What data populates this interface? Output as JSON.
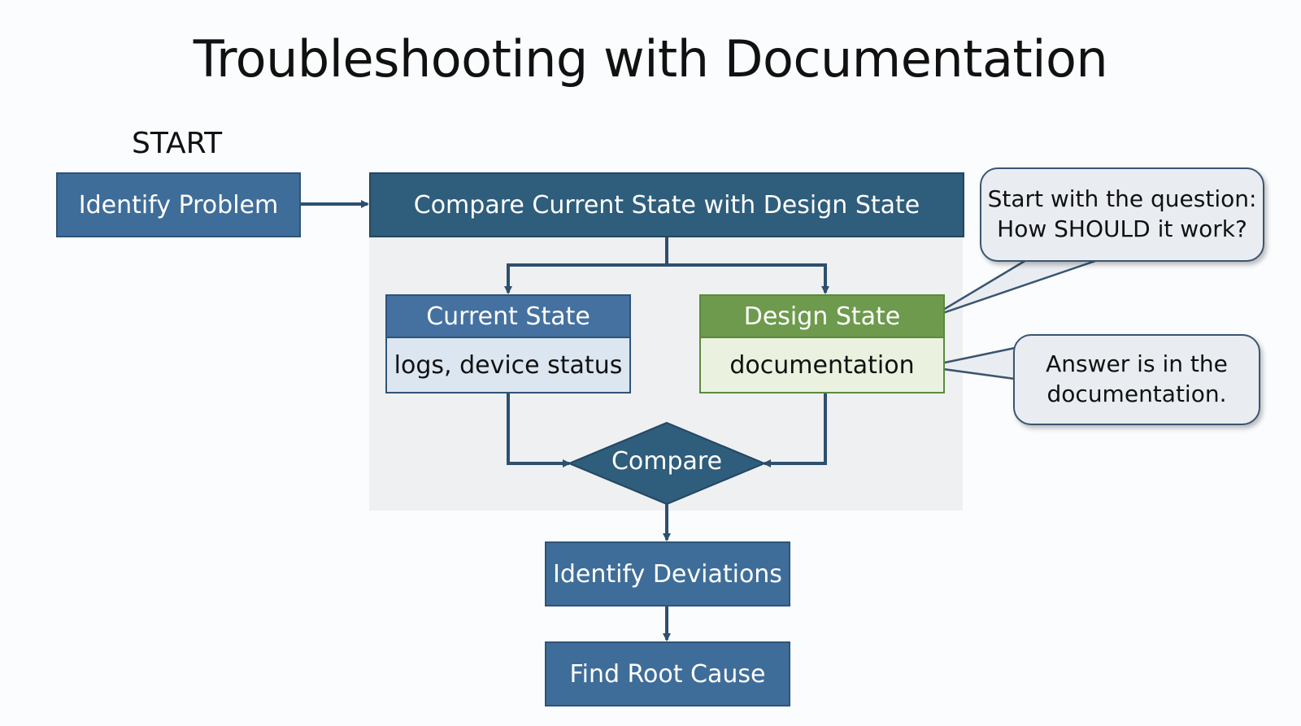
{
  "title": "Troubleshooting with Documentation",
  "start_label": "START",
  "nodes": {
    "identify_problem": "Identify Problem",
    "compare_states": "Compare Current State with Design State",
    "current_state": {
      "header": "Current State",
      "detail": "logs, device status"
    },
    "design_state": {
      "header": "Design State",
      "detail": "documentation"
    },
    "compare": "Compare",
    "identify_deviations": "Identify Deviations",
    "find_root_cause": "Find Root Cause"
  },
  "callouts": {
    "question": {
      "line1": "Start with the question:",
      "line2": "How SHOULD it work?"
    },
    "answer": {
      "line1": "Answer is in the",
      "line2": "documentation."
    }
  },
  "colors": {
    "primary_blue": "#3f6d99",
    "dark_blue": "#2f5d7c",
    "green": "#6d9a4c",
    "light_blue": "#dce6f1",
    "light_green": "#eaf2df",
    "connector": "#2e4f6e"
  }
}
